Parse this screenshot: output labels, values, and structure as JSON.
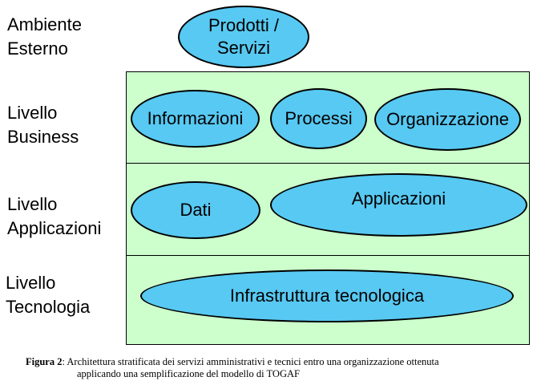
{
  "layers": [
    {
      "id": "ambiente",
      "label_lines": [
        "Ambiente",
        "Esterno"
      ]
    },
    {
      "id": "business",
      "label_lines": [
        "Livello",
        "Business"
      ]
    },
    {
      "id": "applicazioni",
      "label_lines": [
        "Livello",
        "Applicazioni"
      ]
    },
    {
      "id": "tecnologia",
      "label_lines": [
        "Livello",
        "Tecnologia"
      ]
    }
  ],
  "nodes": {
    "prodotti_servizi": [
      "Prodotti /",
      "Servizi"
    ],
    "informazioni": "Informazioni",
    "processi": "Processi",
    "organizzazione": "Organizzazione",
    "dati": "Dati",
    "applicazioni": "Applicazioni",
    "infrastruttura": "Infrastruttura tecnologica"
  },
  "colors": {
    "band_fill": "#ccffcc",
    "node_fill": "#57c9f2",
    "outline": "#000000"
  },
  "caption": {
    "label": "Figura 2",
    "separator": ":",
    "line1": " Architettura stratificata dei servizi amministrativi e tecnici entro una organizzazione ottenuta",
    "line2": "applicando una semplificazione del modello di TOGAF"
  }
}
